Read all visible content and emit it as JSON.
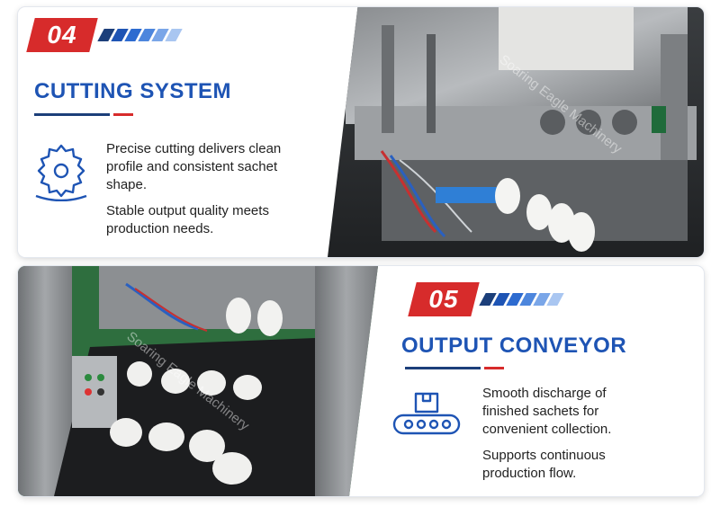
{
  "sections": [
    {
      "number": "04",
      "title": "CUTTING SYSTEM",
      "paragraphs": [
        "Precise cutting delivers clean profile and consistent sachet shape.",
        "Stable output quality meets production needs."
      ],
      "icon": "saw-blade-icon",
      "watermark": "Soaring Eagle Machinery"
    },
    {
      "number": "05",
      "title": "OUTPUT CONVEYOR",
      "paragraphs": [
        "Smooth discharge of finished sachets for convenient collection.",
        "Supports continuous production flow."
      ],
      "icon": "conveyor-icon",
      "watermark": "Soaring Eagle Machinery"
    }
  ],
  "colors": {
    "accent_red": "#d72b2b",
    "brand_blue": "#1e54b4",
    "navy": "#1c3f7a"
  }
}
